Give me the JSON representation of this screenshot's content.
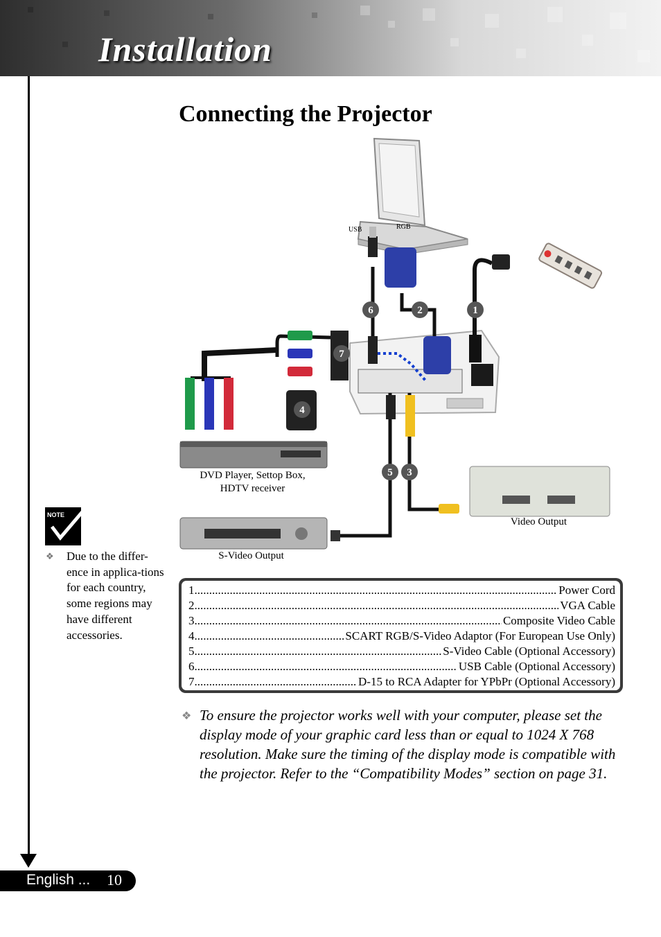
{
  "header": {
    "title": "Installation"
  },
  "page": {
    "heading": "Connecting the Projector"
  },
  "diagram": {
    "port_labels": {
      "usb": "USB",
      "rgb": "RGB"
    },
    "device_labels": {
      "dvd_line1": "DVD Player, Settop Box,",
      "dvd_line2": "HDTV receiver",
      "video_output": "Video Output",
      "svideo_output": "S-Video Output"
    },
    "callouts": [
      "1",
      "2",
      "3",
      "4",
      "5",
      "6",
      "7"
    ],
    "colors": {
      "green": "#1f9a4a",
      "blue": "#2a36b8",
      "red": "#d22a3a",
      "yellow": "#f0c020",
      "vga_blue": "#2d3fa8"
    }
  },
  "note": {
    "icon_text": "NOTE",
    "text": "Due to the differ-ence in applica-tions for each country, some regions may have different accessories."
  },
  "legend": {
    "items": [
      {
        "num": "1.",
        "name": "Power Cord"
      },
      {
        "num": "2.",
        "name": "VGA Cable"
      },
      {
        "num": "3.",
        "name": "Composite Video Cable"
      },
      {
        "num": "4.",
        "name": "SCART RGB/S-Video Adaptor (For European Use Only)"
      },
      {
        "num": "5.",
        "name": "S-Video Cable (Optional Accessory)"
      },
      {
        "num": "6.",
        "name": "USB Cable (Optional Accessory)"
      },
      {
        "num": "7.",
        "name": "D-15 to RCA Adapter for YPbPr (Optional Accessory)"
      }
    ]
  },
  "tip": {
    "text": "To ensure the projector works well with your computer, please set the display mode of your graphic card less than or equal to 1024 X 768 resolution. Make sure the timing of the display mode is compatible with the projector.  Refer to the “Compatibility Modes” section on page 31."
  },
  "footer": {
    "language": "English ...",
    "page_number": "10"
  }
}
